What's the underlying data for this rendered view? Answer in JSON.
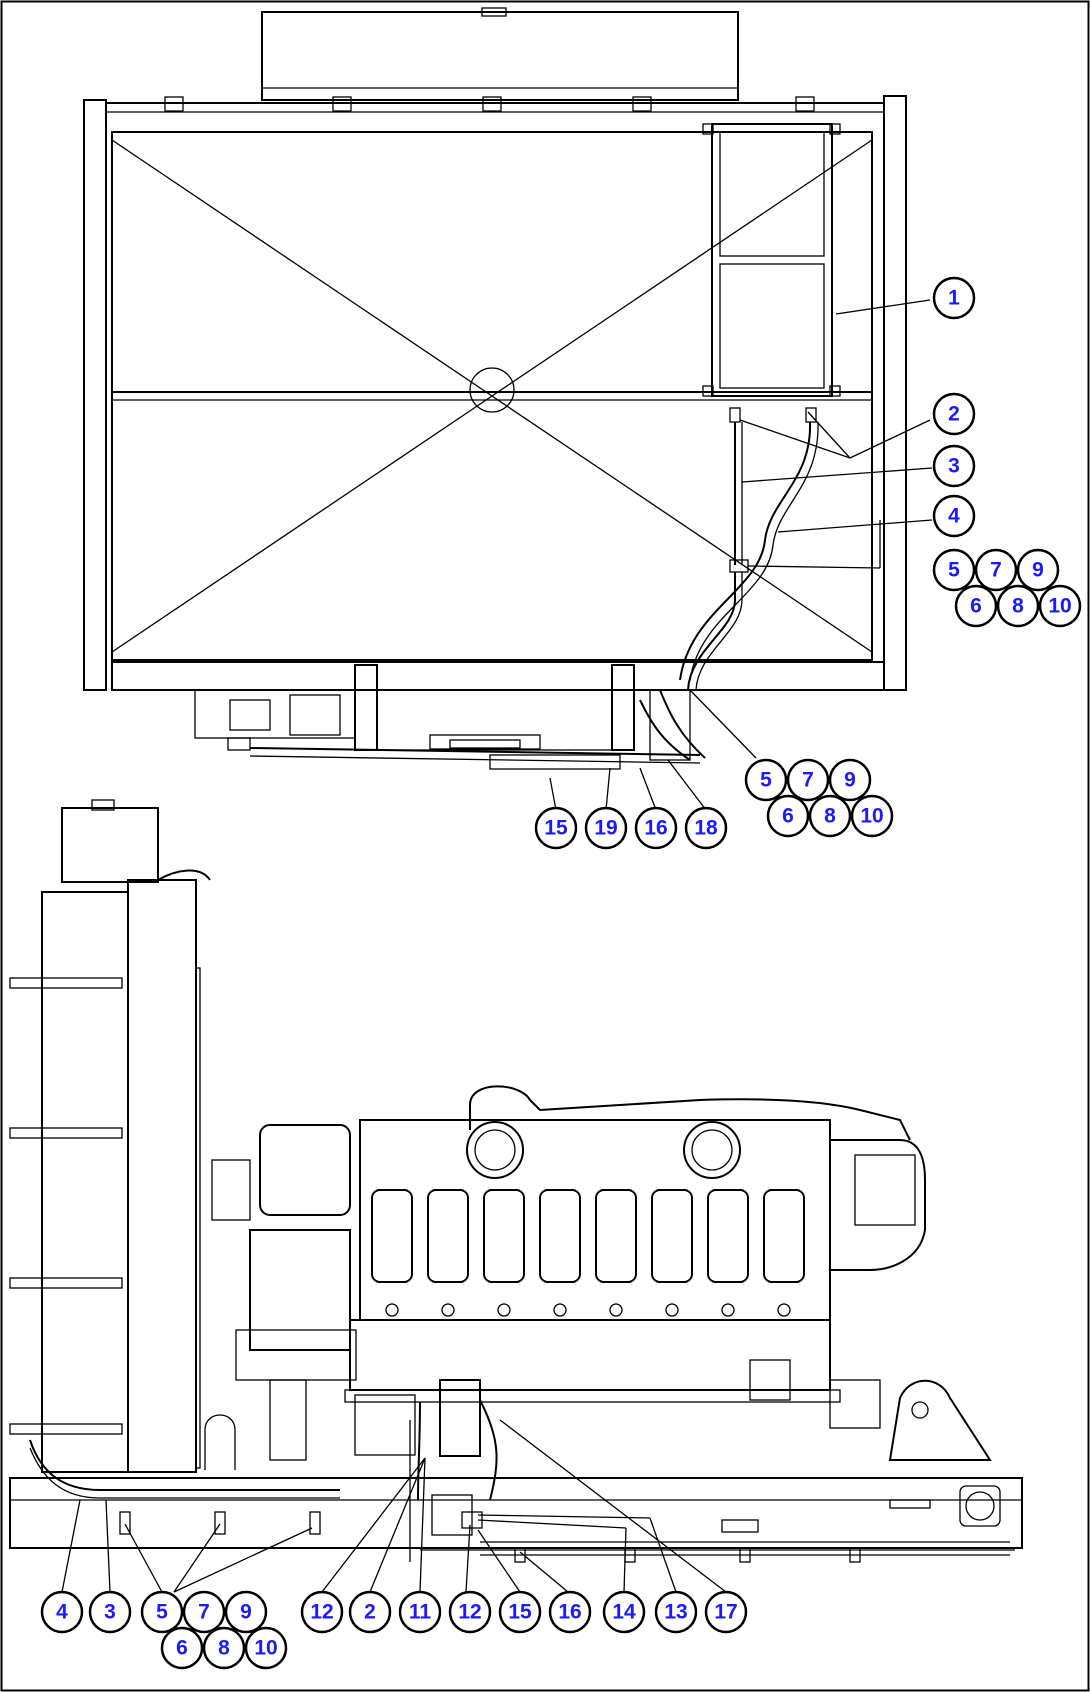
{
  "diagram": {
    "callouts_top_view": [
      {
        "id": "c1",
        "label": "1"
      },
      {
        "id": "c2",
        "label": "2"
      },
      {
        "id": "c3",
        "label": "3"
      },
      {
        "id": "c4",
        "label": "4"
      },
      {
        "id": "c5a",
        "label": "5"
      },
      {
        "id": "c7a",
        "label": "7"
      },
      {
        "id": "c9a",
        "label": "9"
      },
      {
        "id": "c6a",
        "label": "6"
      },
      {
        "id": "c8a",
        "label": "8"
      },
      {
        "id": "c10a",
        "label": "10"
      },
      {
        "id": "c5b",
        "label": "5"
      },
      {
        "id": "c7b",
        "label": "7"
      },
      {
        "id": "c9b",
        "label": "9"
      },
      {
        "id": "c6b",
        "label": "6"
      },
      {
        "id": "c8b",
        "label": "8"
      },
      {
        "id": "c10b",
        "label": "10"
      },
      {
        "id": "c15a",
        "label": "15"
      },
      {
        "id": "c19",
        "label": "19"
      },
      {
        "id": "c16a",
        "label": "16"
      },
      {
        "id": "c18",
        "label": "18"
      }
    ],
    "callouts_side_view": [
      {
        "id": "s4",
        "label": "4"
      },
      {
        "id": "s3",
        "label": "3"
      },
      {
        "id": "s5",
        "label": "5"
      },
      {
        "id": "s7",
        "label": "7"
      },
      {
        "id": "s9",
        "label": "9"
      },
      {
        "id": "s6",
        "label": "6"
      },
      {
        "id": "s8",
        "label": "8"
      },
      {
        "id": "s10",
        "label": "10"
      },
      {
        "id": "s12a",
        "label": "12"
      },
      {
        "id": "s2",
        "label": "2"
      },
      {
        "id": "s11",
        "label": "11"
      },
      {
        "id": "s12b",
        "label": "12"
      },
      {
        "id": "s15",
        "label": "15"
      },
      {
        "id": "s16",
        "label": "16"
      },
      {
        "id": "s14",
        "label": "14"
      },
      {
        "id": "s13",
        "label": "13"
      },
      {
        "id": "s17",
        "label": "17"
      }
    ]
  }
}
